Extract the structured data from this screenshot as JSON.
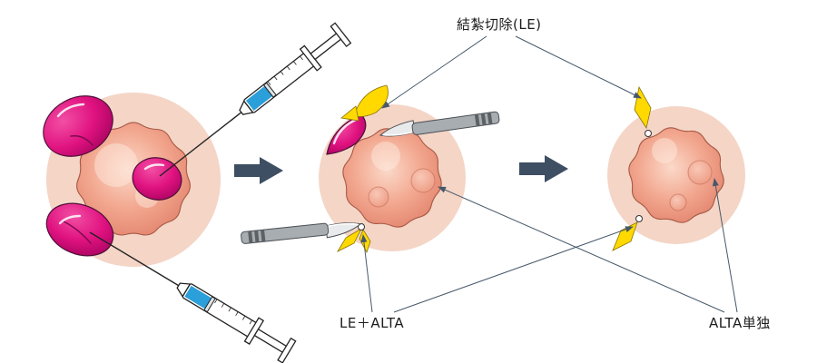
{
  "diagram": {
    "annotations": {
      "top": "結紮切除(LE)",
      "bottom_left": "LE＋ALTA",
      "bottom_right": "ALTA単独"
    },
    "colors": {
      "skin": "#f4d5c6",
      "mucosa_line": "#a65844",
      "hemorrhoid": "#e01280",
      "syringe_liquid": "#2b9fd9",
      "arrow": "#3e4e63",
      "clamp_yellow": "#ffd900",
      "scalpel_gray": "#a8adb2",
      "scalpel_dark": "#5c6166",
      "line": "#46586a"
    }
  }
}
